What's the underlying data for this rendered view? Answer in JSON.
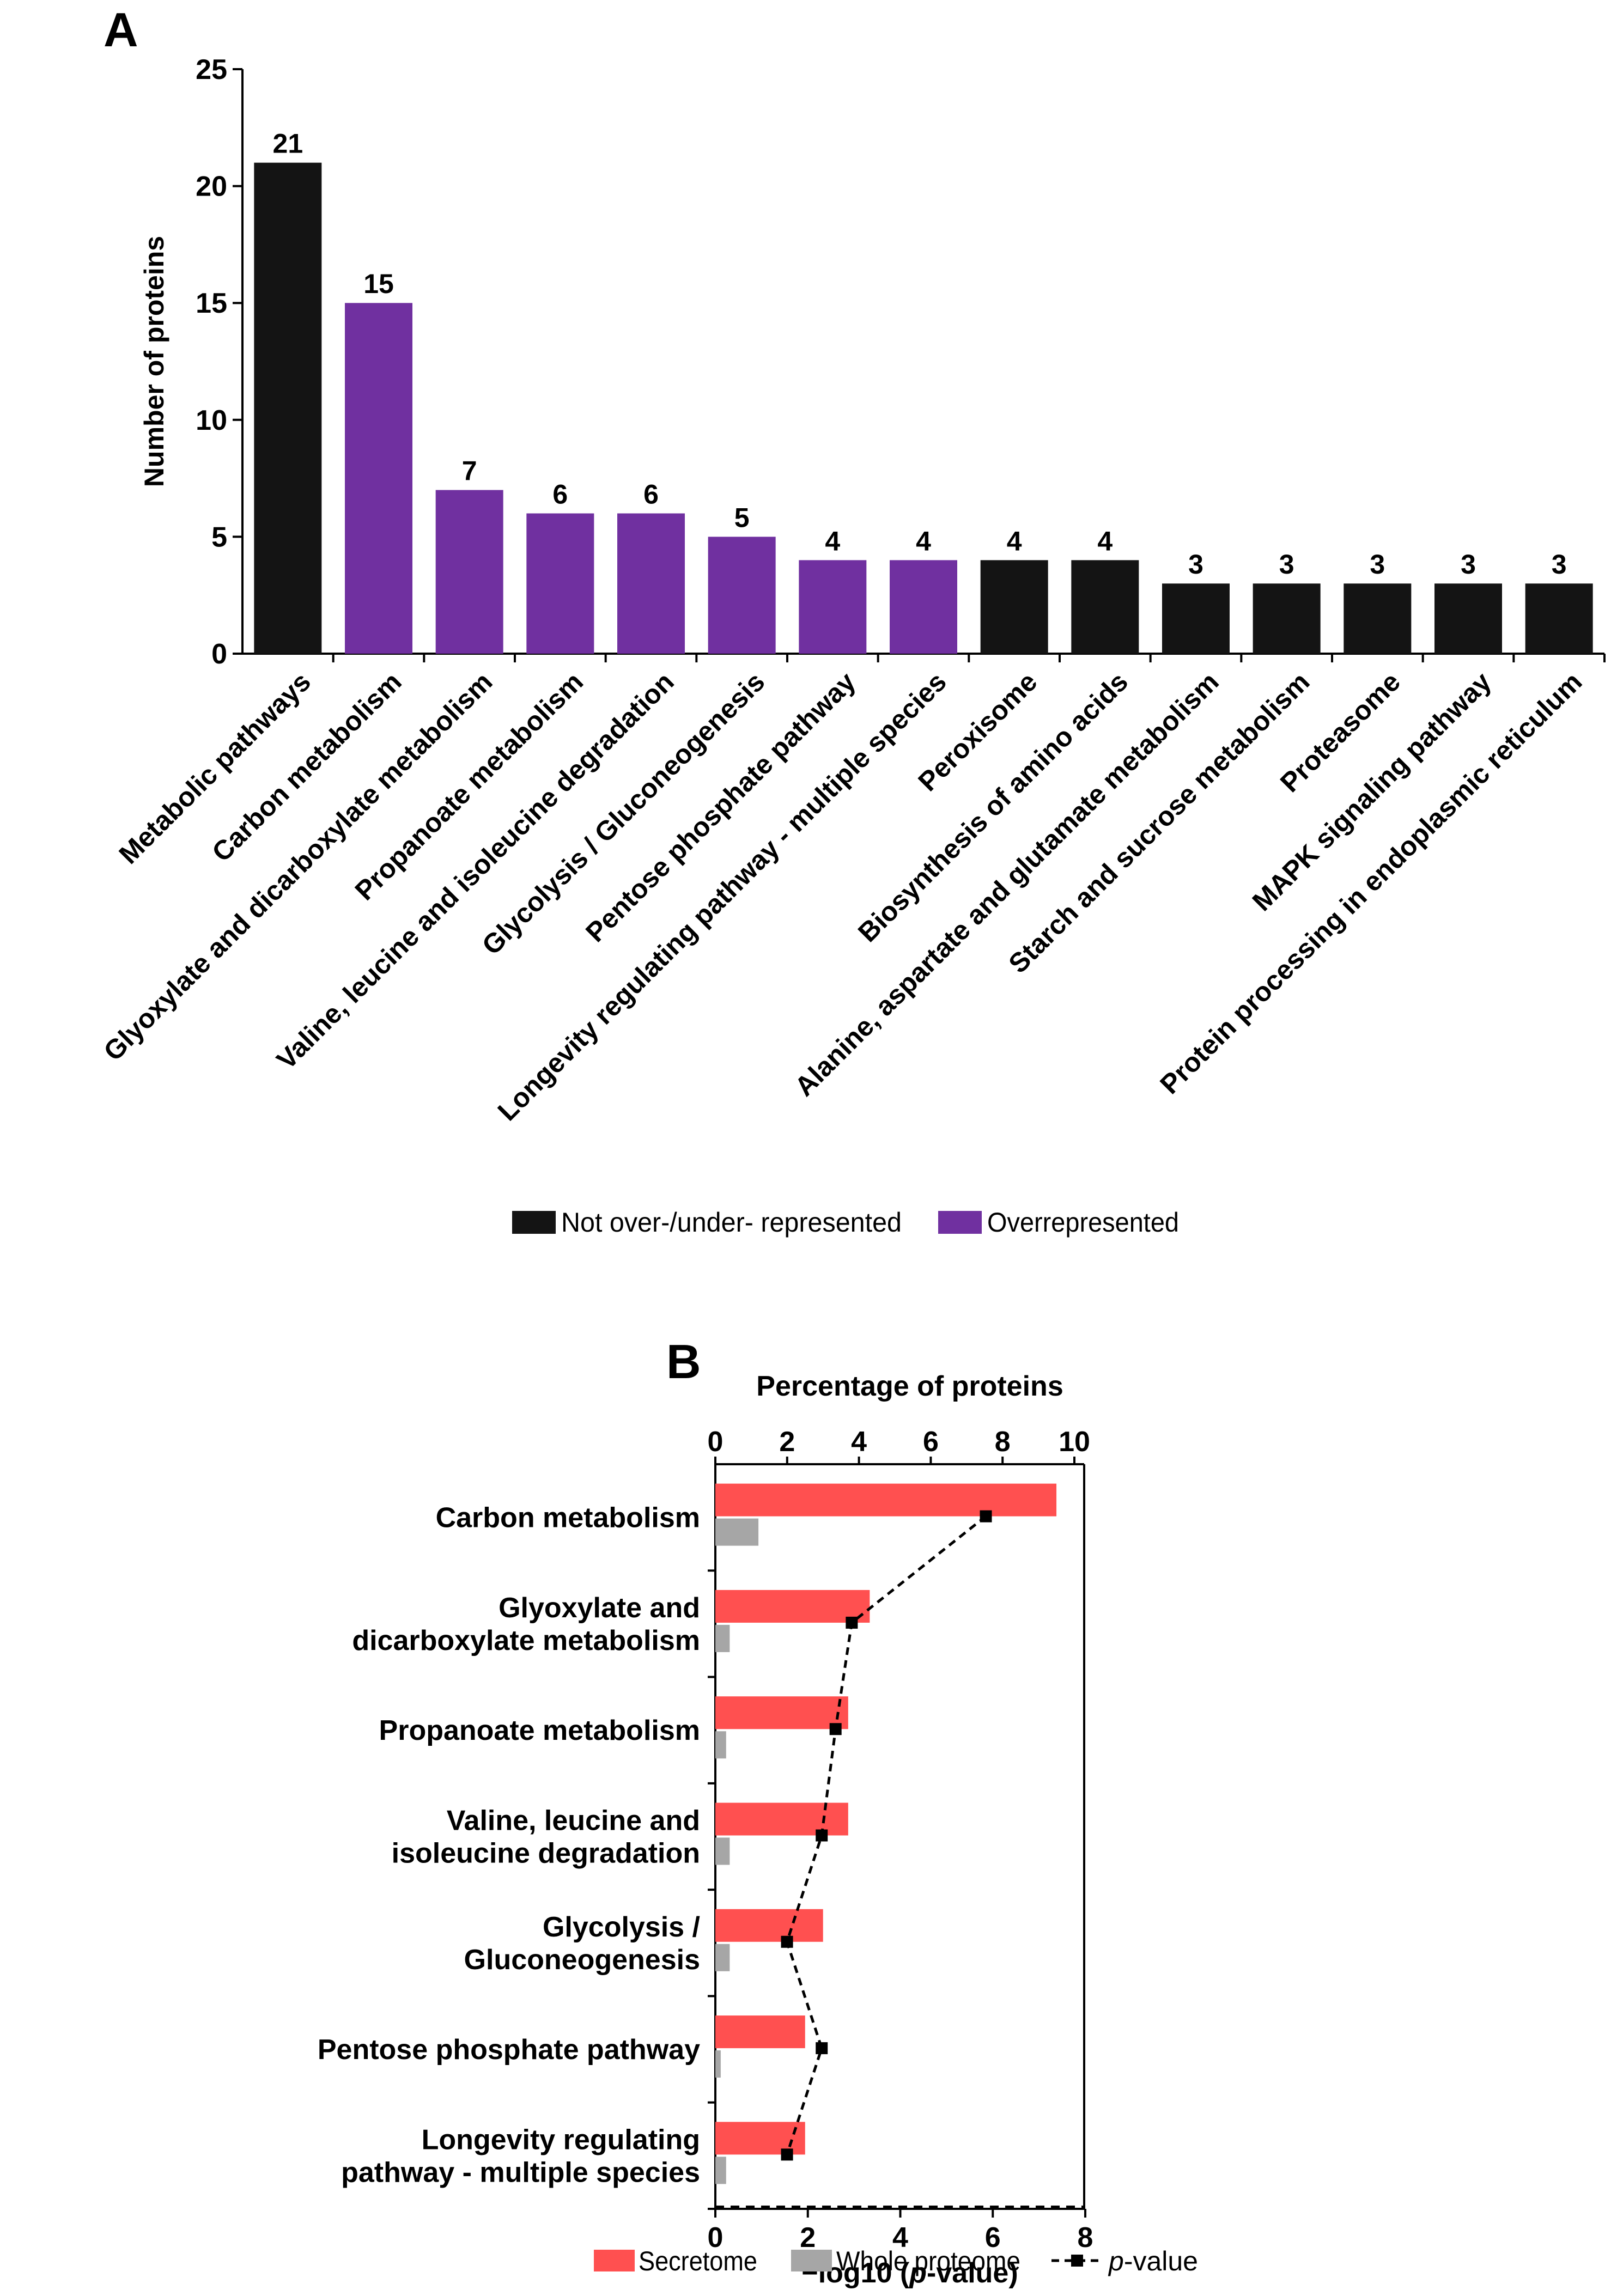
{
  "chart_data": [
    {
      "panel": "A",
      "type": "bar",
      "title": "",
      "xlabel": "",
      "ylabel": "Number of proteins",
      "ylim": [
        0,
        25
      ],
      "yticks": [
        "0",
        "5",
        "10",
        "15",
        "20",
        "25"
      ],
      "categories": [
        "Metabolic pathways",
        "Carbon metabolism",
        "Glyoxylate and dicarboxylate metabolism",
        "Propanoate metabolism",
        "Valine, leucine and isoleucine degradation",
        "Glycolysis / Gluconeogenesis",
        "Pentose phosphate pathway",
        "Longevity regulating pathway - multiple species",
        "Peroxisome",
        "Biosynthesis of amino acids",
        "Alanine, aspartate and glutamate metabolism",
        "Starch and sucrose metabolism",
        "Proteasome",
        "MAPK signaling pathway",
        "Protein processing in endoplasmic reticulum"
      ],
      "values": [
        21,
        15,
        7,
        6,
        6,
        5,
        4,
        4,
        4,
        4,
        3,
        3,
        3,
        3,
        3
      ],
      "groups": [
        "not",
        "over",
        "over",
        "over",
        "over",
        "over",
        "over",
        "over",
        "not",
        "not",
        "not",
        "not",
        "not",
        "not",
        "not"
      ],
      "legend": [
        {
          "key": "not",
          "name": "Not over-/under- represented",
          "color": "#141414"
        },
        {
          "key": "over",
          "name": "Overrepresented",
          "color": "#7030a0"
        }
      ],
      "legend_position": "bottom"
    },
    {
      "panel": "B",
      "type": "bar",
      "orientation": "horizontal",
      "title": "",
      "top_axis_label": "Percentage of proteins",
      "top_axis_range": [
        0,
        10
      ],
      "top_axis_ticks": [
        "0",
        "2",
        "4",
        "6",
        "8",
        "10"
      ],
      "bottom_axis_label_parts": [
        "−log10 (",
        "p",
        "-value)"
      ],
      "bottom_axis_range": [
        0,
        8
      ],
      "bottom_axis_ticks": [
        "0",
        "2",
        "4",
        "6",
        "8"
      ],
      "categories": [
        [
          "Carbon metabolism"
        ],
        [
          "Glyoxylate and",
          "dicarboxylate metabolism"
        ],
        [
          "Propanoate metabolism"
        ],
        [
          "Valine, leucine and",
          "isoleucine degradation"
        ],
        [
          "Glycolysis /",
          "Gluconeogenesis"
        ],
        [
          "Pentose phosphate pathway"
        ],
        [
          "Longevity regulating",
          "pathway - multiple species"
        ]
      ],
      "series": [
        {
          "name": "Secretome",
          "color": "#ff5050",
          "axis": "top",
          "values": [
            9.5,
            4.3,
            3.7,
            3.7,
            3.0,
            2.5,
            2.5
          ]
        },
        {
          "name": "Whole proteome",
          "color": "#a6a6a6",
          "axis": "top",
          "values": [
            1.2,
            0.4,
            0.3,
            0.4,
            0.4,
            0.15,
            0.3
          ]
        },
        {
          "name_parts": [
            "p",
            "-value"
          ],
          "color": "#000000",
          "axis": "bottom",
          "type": "line",
          "values": [
            5.85,
            2.95,
            2.6,
            2.3,
            1.55,
            2.3,
            1.55
          ]
        }
      ],
      "threshold_line_value": 0,
      "legend_position": "bottom"
    }
  ],
  "panel_labels": {
    "a": "A",
    "b": "B"
  }
}
